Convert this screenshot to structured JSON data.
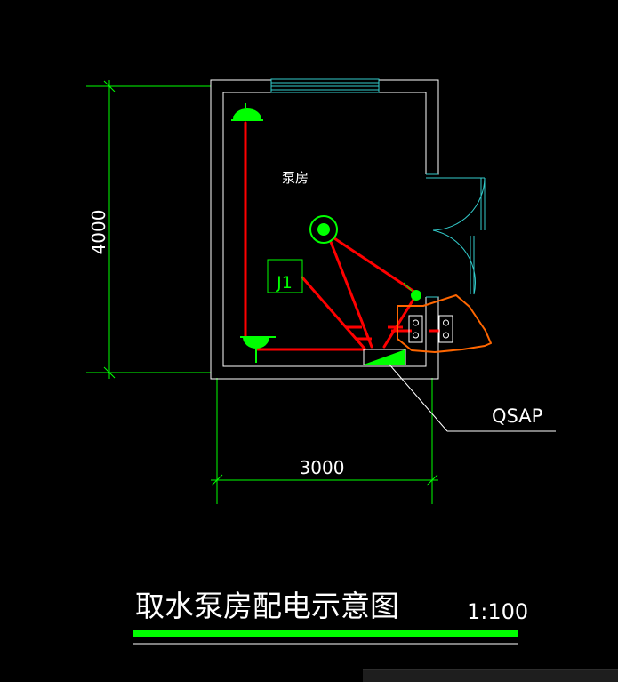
{
  "drawing": {
    "room_label": "泵房",
    "junction_box_label": "J1",
    "panel_callout": "QSAP",
    "dim_height": "4000",
    "dim_width": "3000",
    "title": "取水泵房配电示意图",
    "scale": "1:100"
  },
  "colors": {
    "background": "#000000",
    "walls": "#ffffff",
    "dimension": "#00ff00",
    "wiring": "#ff0000",
    "fixture": "#00ff00",
    "window_door": "#33cccc",
    "markup_cloud": "#ff6600",
    "title_bar": "#00ff00"
  }
}
